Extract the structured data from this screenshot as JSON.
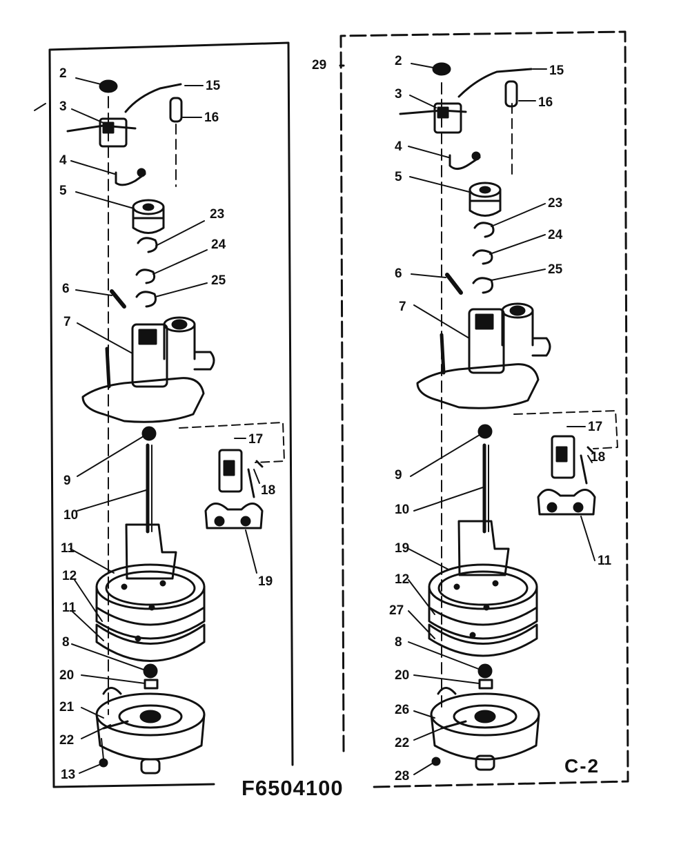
{
  "diagram": {
    "part_code": "F6504100",
    "sheet_mark": "C-2",
    "left_panel": {
      "callouts": [
        "2",
        "3",
        "15",
        "16",
        "4",
        "5",
        "23",
        "24",
        "25",
        "6",
        "7",
        "9",
        "17",
        "10",
        "18",
        "11",
        "19",
        "12",
        "11",
        "8",
        "20",
        "21",
        "22",
        "13"
      ]
    },
    "right_panel": {
      "callouts": [
        "29",
        "2",
        "15",
        "3",
        "16",
        "4",
        "5",
        "23",
        "24",
        "6",
        "25",
        "7",
        "17",
        "9",
        "18",
        "10",
        "11",
        "19",
        "12",
        "27",
        "8",
        "20",
        "26",
        "22",
        "28"
      ]
    }
  }
}
